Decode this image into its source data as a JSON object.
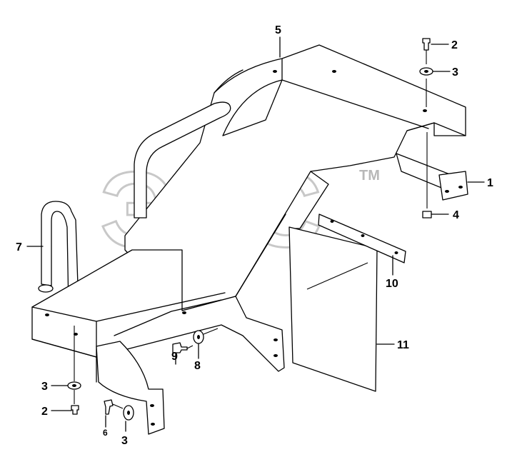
{
  "watermark": {
    "text": "ЭПС",
    "trademark": "TM"
  },
  "callouts": [
    {
      "id": "c1",
      "text": "1"
    },
    {
      "id": "c2a",
      "text": "2"
    },
    {
      "id": "c2b",
      "text": "2"
    },
    {
      "id": "c3a",
      "text": "3"
    },
    {
      "id": "c3b",
      "text": "3"
    },
    {
      "id": "c3c",
      "text": "3"
    },
    {
      "id": "c4",
      "text": "4"
    },
    {
      "id": "c5",
      "text": "5"
    },
    {
      "id": "c6",
      "text": "6"
    },
    {
      "id": "c7",
      "text": "7"
    },
    {
      "id": "c8",
      "text": "8"
    },
    {
      "id": "c9",
      "text": "9"
    },
    {
      "id": "c10",
      "text": "10"
    },
    {
      "id": "c11",
      "text": "11"
    }
  ]
}
